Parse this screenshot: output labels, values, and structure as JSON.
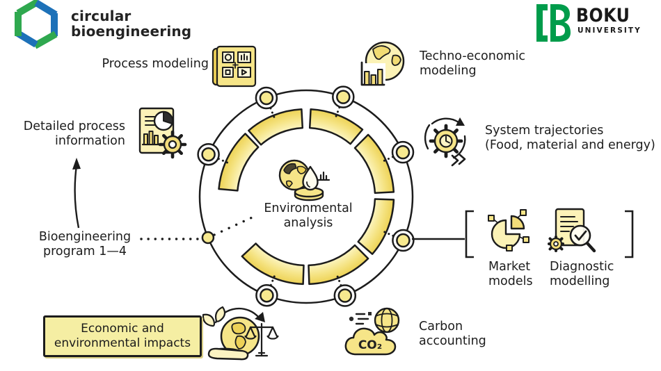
{
  "header": {
    "brand": {
      "name": "circular\nbioengineering"
    },
    "boku": {
      "name": "BOKU",
      "sub": "UNIVERSITY"
    }
  },
  "labels": {
    "process_modeling": "Process modeling",
    "techno_economic": "Techno-economic\nmodeling",
    "detailed_process": "Detailed process\ninformation",
    "system_trajectories": "System trajectories\n(Food, material and energy)",
    "bioengineering_program": "Bioengineering\nprogram 1—4",
    "environmental_analysis": "Environmental\nanalysis",
    "market_models": "Market\nmodels",
    "diagnostic_modelling": "Diagnostic\nmodelling",
    "carbon_accounting": "Carbon\naccounting",
    "impacts_box": "Economic and\nenvironmental impacts",
    "co2": "CO₂"
  },
  "icons": [
    "circular-bioengineering-logo",
    "boku-logo",
    "process-modeling-icon",
    "techno-economic-icon",
    "detailed-process-icon",
    "system-trajectories-icon",
    "environmental-analysis-icon",
    "market-models-icon",
    "diagnostic-modelling-icon",
    "impacts-icon",
    "carbon-accounting-icon"
  ],
  "colors": {
    "accent_yellow": "#F6E588",
    "pale_yellow": "#FBF2B6",
    "gold": "#EDD157",
    "outline": "#1c1c1c",
    "box_fill": "#F5EEA3",
    "brand_green": "#2FA84F",
    "brand_blue": "#1D71B8",
    "boku_green": "#009C4B"
  }
}
